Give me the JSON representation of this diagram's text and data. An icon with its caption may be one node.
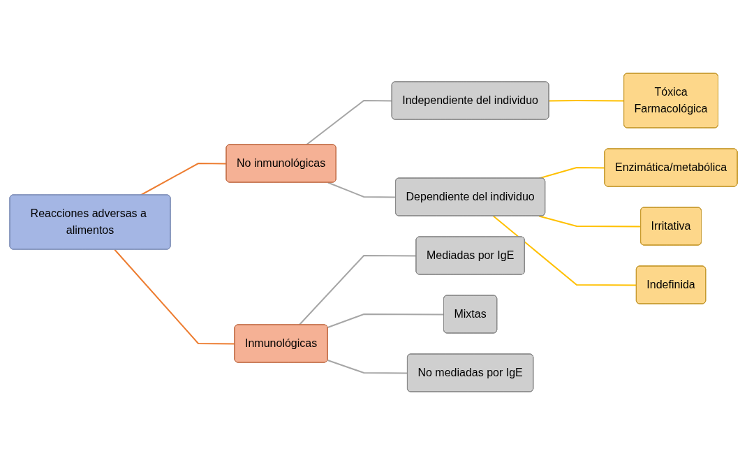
{
  "diagram": {
    "nodes": [
      {
        "text": [
          "Reacciones adversas a alimentos"
        ]
      },
      {
        "text": [
          "No inmunológicas"
        ]
      },
      {
        "text": [
          "Inmunológicas"
        ]
      },
      {
        "text": [
          "Independiente del individuo"
        ]
      },
      {
        "text": [
          "Dependiente del individuo"
        ]
      },
      {
        "text": [
          "Mediadas por IgE"
        ]
      },
      {
        "text": [
          "Mixtas"
        ]
      },
      {
        "text": [
          "No mediadas por IgE"
        ]
      },
      {
        "text": [
          "Tóxica",
          "Farmacológica"
        ]
      },
      {
        "text": [
          "Enzimática/metabólica"
        ]
      },
      {
        "text": [
          "Irritativa"
        ]
      },
      {
        "text": [
          "Indefinida"
        ]
      }
    ],
    "edges": [
      {
        "from": 0,
        "to": 1,
        "arrow": "none",
        "color": "#ed7d31"
      },
      {
        "from": 0,
        "to": 2,
        "arrow": "none",
        "color": "#ed7d31"
      },
      {
        "from": 1,
        "to": 3,
        "arrow": "none"
      },
      {
        "from": 1,
        "to": 4,
        "arrow": "none"
      },
      {
        "from": 2,
        "to": 5,
        "arrow": "none"
      },
      {
        "from": 2,
        "to": 6,
        "arrow": "none"
      },
      {
        "from": 2,
        "to": 7,
        "arrow": "none"
      },
      {
        "from": 3,
        "to": 8,
        "arrow": "none",
        "color": "#ffc000"
      },
      {
        "from": 4,
        "to": 9,
        "arrow": "none",
        "color": "#ffc000"
      },
      {
        "from": 4,
        "to": 10,
        "arrow": "none",
        "color": "#ffc000"
      },
      {
        "from": 4,
        "to": 11,
        "arrow": "none",
        "color": "#ffc000"
      }
    ]
  }
}
